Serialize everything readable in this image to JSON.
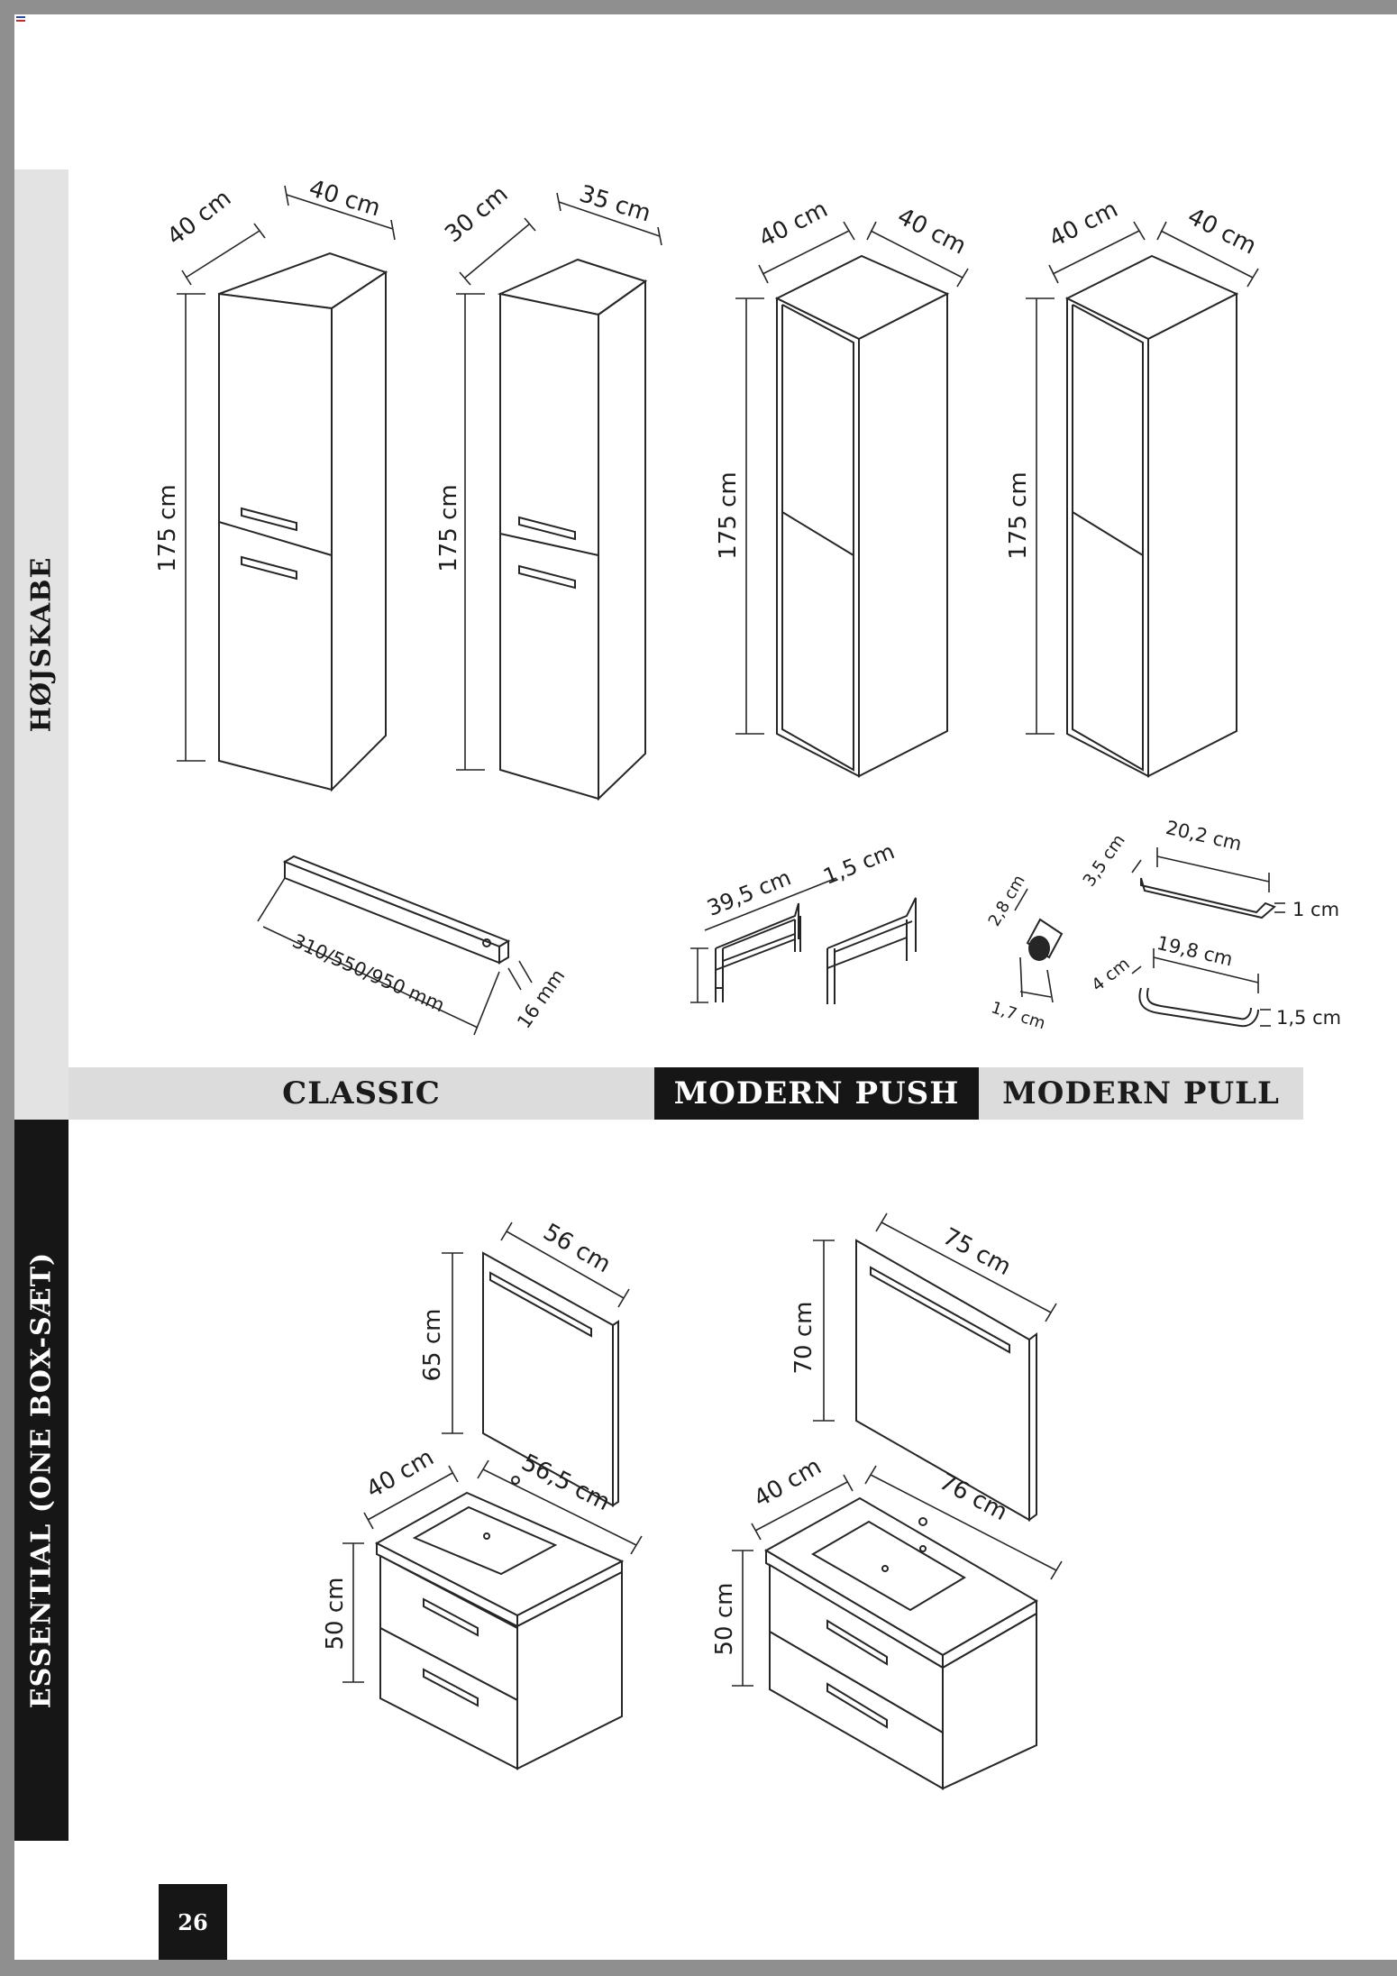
{
  "page_number": "26",
  "sections": {
    "hojskabe": "HØJSKABE",
    "essential": "ESSENTIAL (ONE BOX-SÆT)"
  },
  "tabs": {
    "classic": "CLASSIC",
    "modern_push": "MODERN PUSH",
    "modern_pull": "MODERN PULL"
  },
  "tall_cabinets": [
    {
      "depth": "40 cm",
      "width": "40 cm",
      "height": "175 cm"
    },
    {
      "depth": "30 cm",
      "width": "35 cm",
      "height": "175 cm"
    },
    {
      "depth": "40 cm",
      "width": "40 cm",
      "height": "175 cm"
    },
    {
      "depth": "40 cm",
      "width": "40 cm",
      "height": "175 cm"
    }
  ],
  "accessories": {
    "light_bar": {
      "length": "310/550/950 mm",
      "height": "16 mm"
    },
    "legs": {
      "width": "39,5 cm",
      "thickness": "1,5 cm"
    },
    "knob": {
      "length": "2,8 cm",
      "diameter": "1,7 cm"
    },
    "handle_1": {
      "length": "20,2 cm",
      "depth": "3,5 cm",
      "height": "1 cm"
    },
    "handle_2": {
      "length": "19,8 cm",
      "depth": "4 cm",
      "height": "1,5 cm"
    }
  },
  "sets": [
    {
      "mirror_width": "56 cm",
      "mirror_height": "65 cm",
      "vanity_depth": "40 cm",
      "vanity_width": "56,5 cm",
      "vanity_height": "50 cm"
    },
    {
      "mirror_width": "75 cm",
      "mirror_height": "70 cm",
      "vanity_depth": "40 cm",
      "vanity_width": "76 cm",
      "vanity_height": "50 cm"
    }
  ]
}
